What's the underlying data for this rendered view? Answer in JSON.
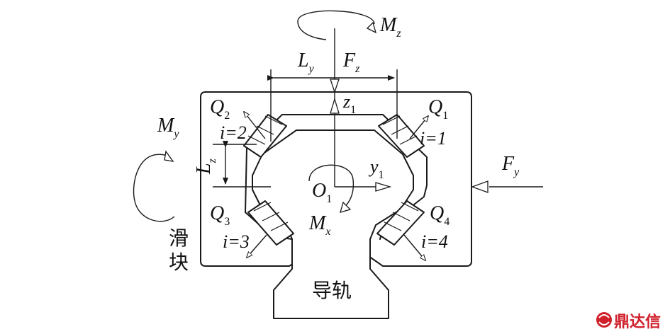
{
  "moments": {
    "mz": {
      "symbol": "M",
      "sub": "z"
    },
    "my": {
      "symbol": "M",
      "sub": "y"
    },
    "mx": {
      "symbol": "M",
      "sub": "x"
    }
  },
  "dimensions": {
    "ly": {
      "symbol": "L",
      "sub": "y"
    },
    "lz": {
      "symbol": "L",
      "sub": "z"
    }
  },
  "forces": {
    "fz": {
      "symbol": "F",
      "sub": "z"
    },
    "fy": {
      "symbol": "F",
      "sub": "y"
    }
  },
  "axes": {
    "z1": {
      "symbol": "z",
      "sub": "1"
    },
    "y1": {
      "symbol": "y",
      "sub": "1"
    },
    "o1": {
      "symbol": "O",
      "sub": "1"
    }
  },
  "contacts": [
    {
      "q": "Q",
      "qsub": "1",
      "index_label": "i=1"
    },
    {
      "q": "Q",
      "qsub": "2",
      "index_label": "i=2"
    },
    {
      "q": "Q",
      "qsub": "3",
      "index_label": "i=3"
    },
    {
      "q": "Q",
      "qsub": "4",
      "index_label": "i=4"
    }
  ],
  "labels": {
    "slider_char1": "滑",
    "slider_char2": "块",
    "rail": "导轨"
  },
  "watermark": {
    "text": "鼎达信",
    "color": "#d0202c"
  },
  "colors": {
    "line": "#1a1a1a",
    "background": "#ffffff"
  }
}
